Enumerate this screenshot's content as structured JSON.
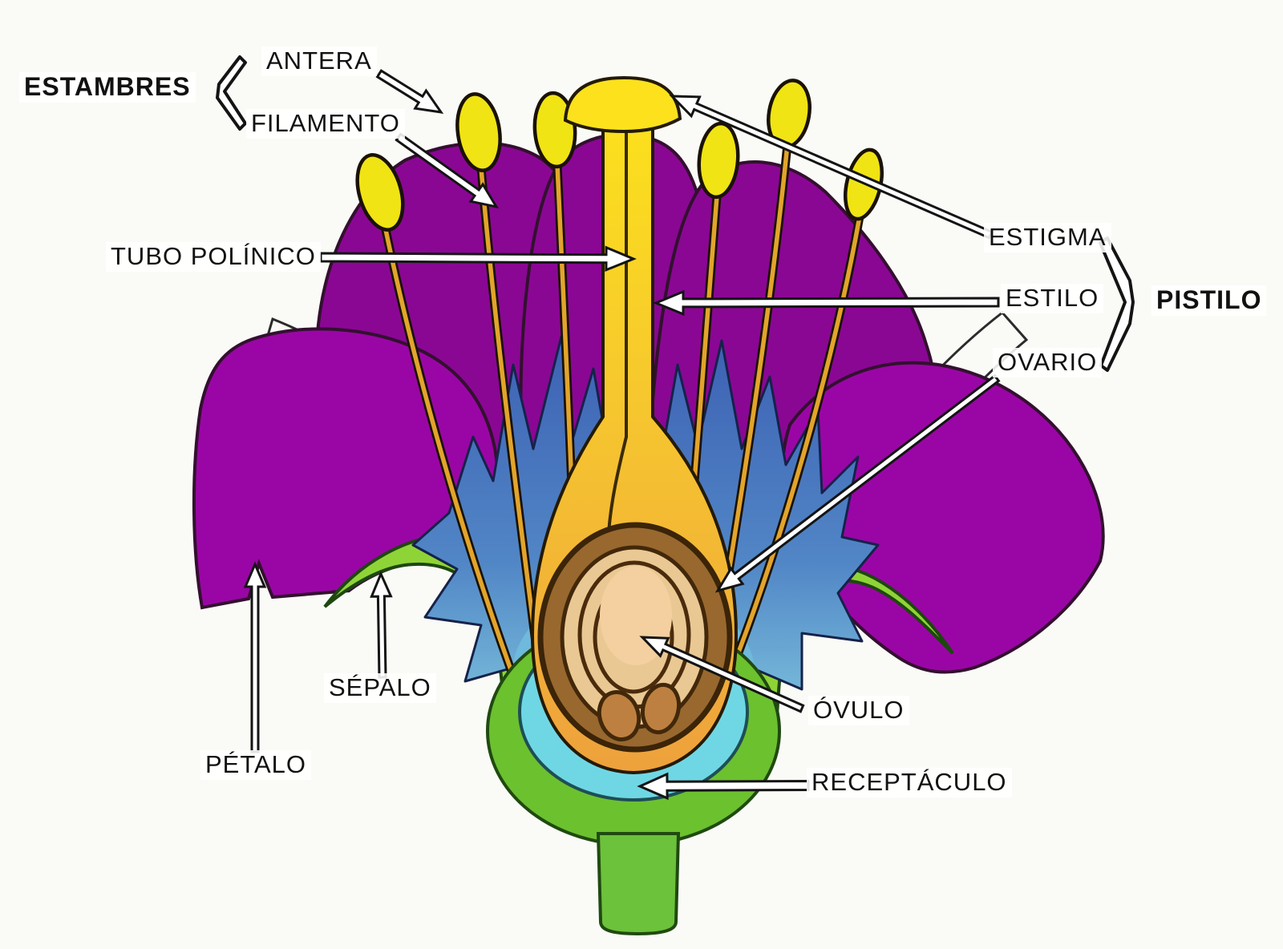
{
  "labels": {
    "estambres": "ESTAMBRES",
    "antera": "ANTERA",
    "filamento": "FILAMENTO",
    "tubo_polinico": "TUBO POLÍNICO",
    "estigma": "ESTIGMA",
    "estilo": "ESTILO",
    "ovario": "OVARIO",
    "pistilo": "PISTILO",
    "sepalo": "SÉPALO",
    "petalo": "PÉTALO",
    "ovulo": "ÓVULO",
    "receptaculo": "RECEPTÁCULO"
  },
  "groups": [
    {
      "label": "ESTAMBRES",
      "members": [
        "ANTERA",
        "FILAMENTO"
      ]
    },
    {
      "label": "PISTILO",
      "members": [
        "ESTIGMA",
        "ESTILO",
        "OVARIO"
      ]
    }
  ],
  "colors": {
    "background": "#FAFAF7",
    "petal_purple": "#9A06A5",
    "petal_purple_dark": "#8A0794",
    "petal_outline": "#33102F",
    "stamen_yellow": "#F0E414",
    "filament_gold": "#E2A42B",
    "style_gold": "#F6C62F",
    "style_gold_light": "#FCE11C",
    "ovary_orange": "#EEA13C",
    "ovary_ring_brown": "#98682F",
    "ovary_ring_tan": "#E9C893",
    "ovule_peach": "#F4D0A0",
    "ovule_lobe_brown": "#BD8040",
    "sepal_blue": "#3C5FB2",
    "sepal_blue_light": "#6FB9DC",
    "sepal_green": "#8FD437",
    "receptacle_green": "#6CC12F",
    "receptacle_cyan": "#6FD7E4",
    "stem_green": "#6CC23B",
    "line_black": "#141414",
    "label_text": "#111111"
  }
}
